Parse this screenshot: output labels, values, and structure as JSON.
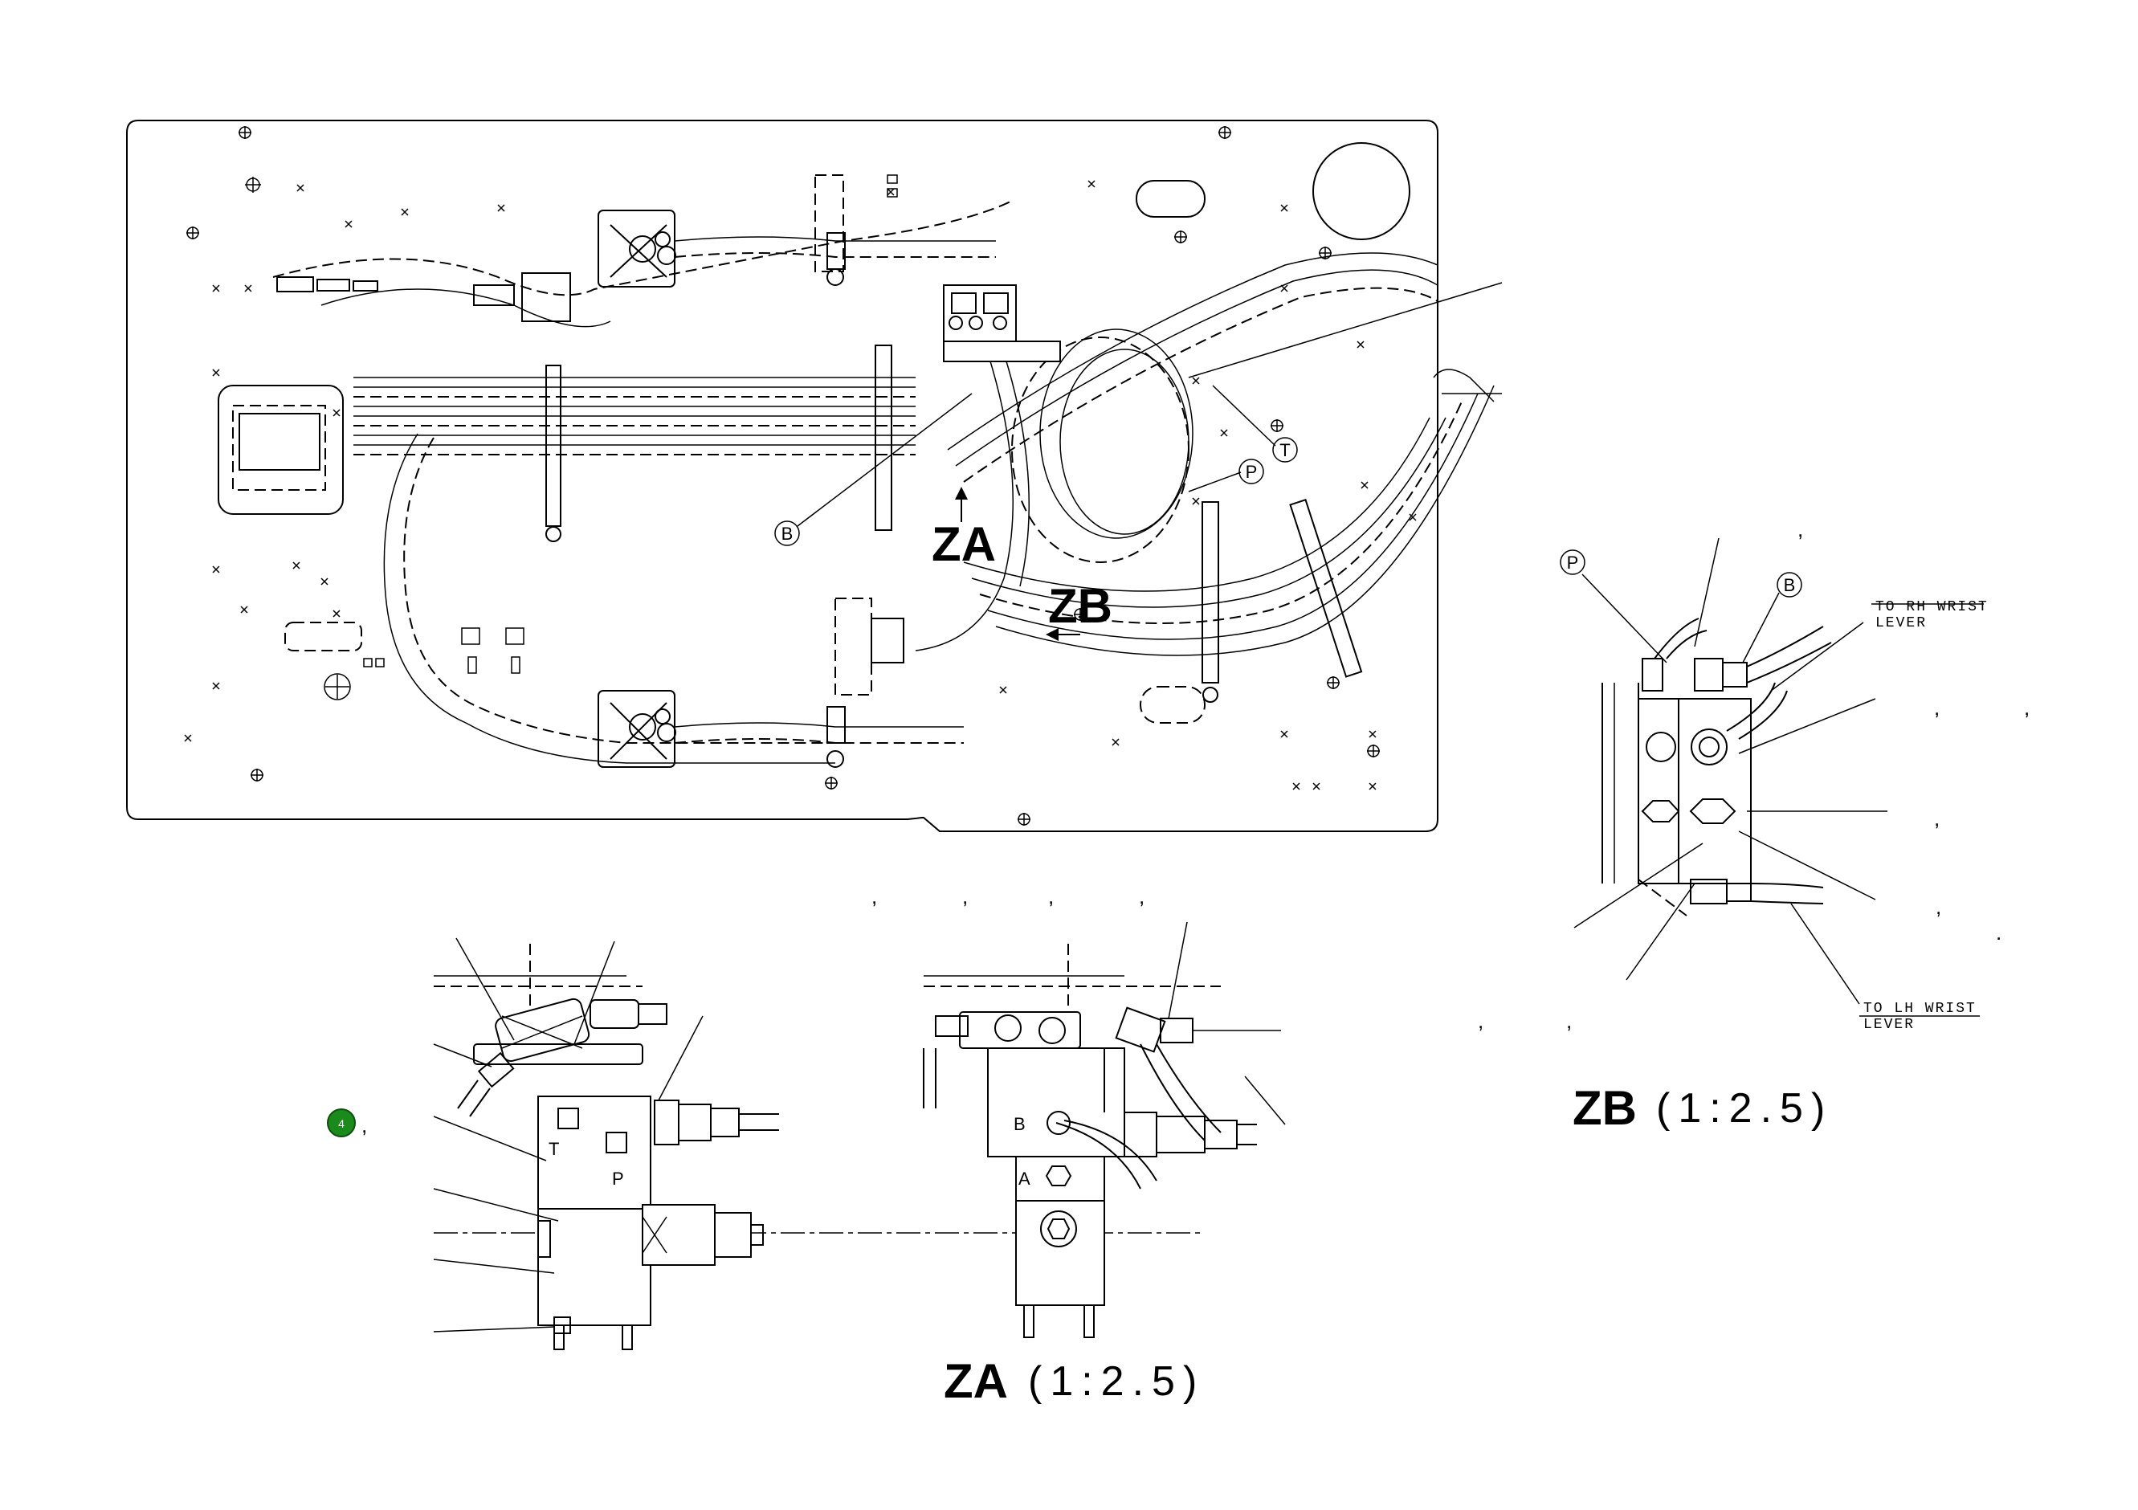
{
  "view_labels": {
    "za_marker": "ZA",
    "zb_marker": "ZB",
    "za_title": "ZA",
    "za_scale": "(1:2.5)",
    "zb_title": "ZB",
    "zb_scale": "(1:2.5)"
  },
  "port_labels": {
    "b_main": "B",
    "t_main": "T",
    "p_main": "P",
    "p_zb": "P",
    "b_zb": "B",
    "za_left_t": "T",
    "za_left_p": "P",
    "za_right_b": "B",
    "za_right_a": "A"
  },
  "notes": {
    "rh_line1": "TO RH WRIST",
    "rh_line2": "LEVER",
    "lh_line1": "TO LH WRIST",
    "lh_line2": "LEVER"
  },
  "callout_badge": {
    "number": "4",
    "color": "#1a8a1a"
  },
  "separators": {
    "comma": ",",
    "period": "."
  }
}
